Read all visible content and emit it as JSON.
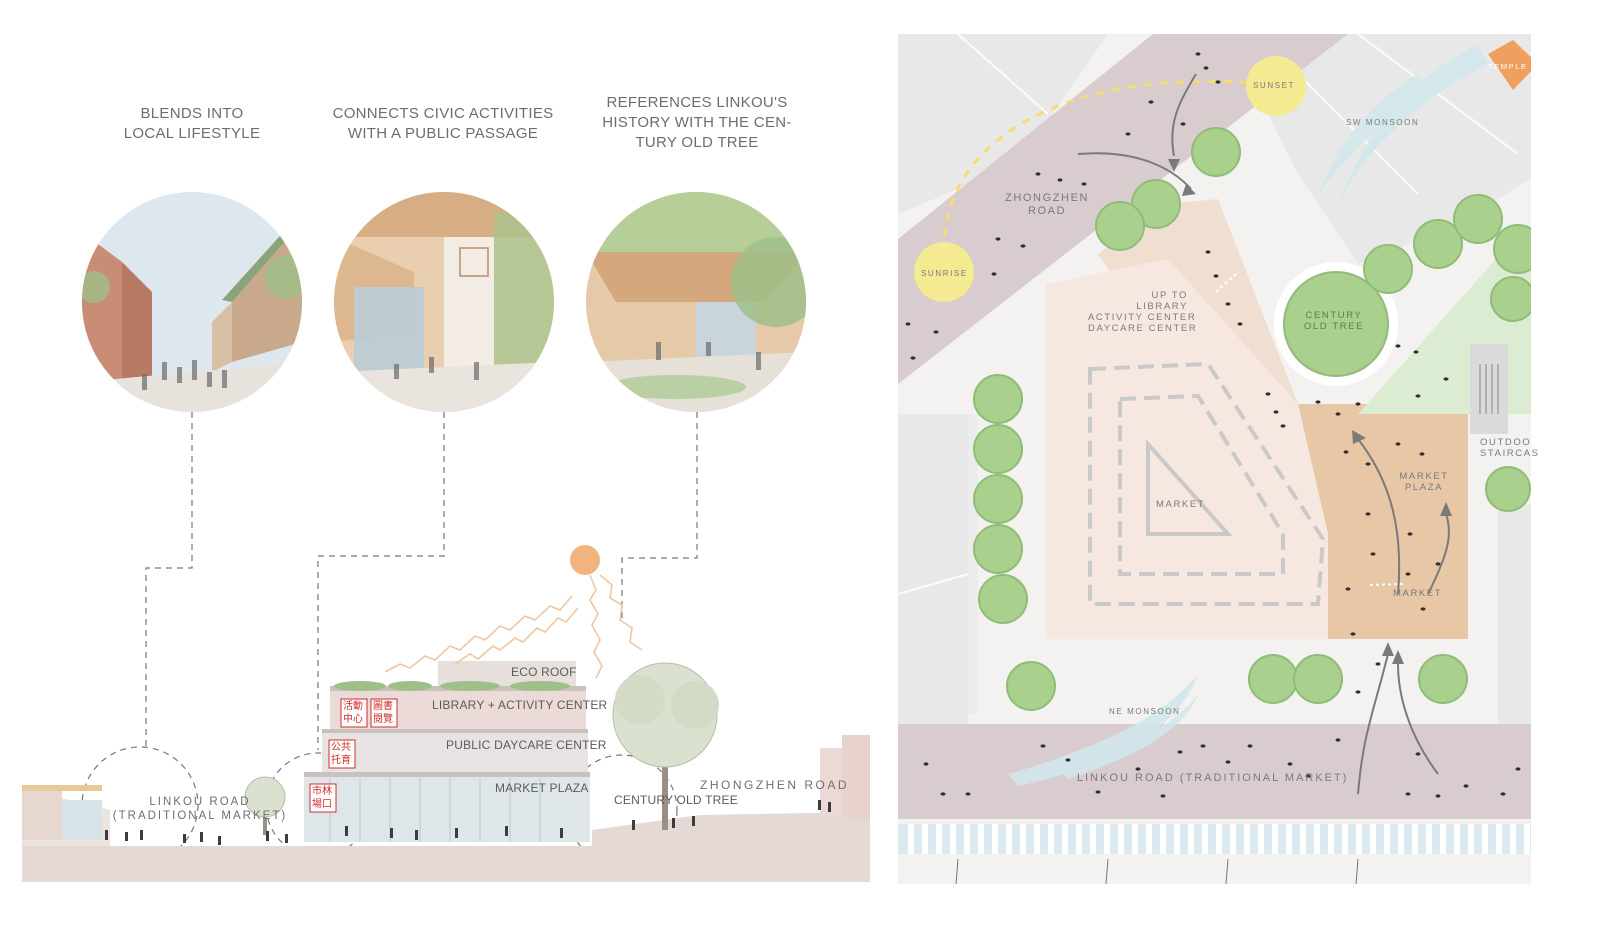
{
  "captions": {
    "c1": [
      "BLENDS INTO",
      "LOCAL LIFESTYLE"
    ],
    "c2": [
      "CONNECTS CIVIC ACTIVITIES",
      "WITH A PUBLIC PASSAGE"
    ],
    "c3": [
      "REFERENCES LINKOU'S",
      "HISTORY WITH THE CEN-",
      "TURY OLD TREE"
    ]
  },
  "section": {
    "eco_roof": "ECO ROOF",
    "library": "LIBRARY + ACTIVITY CENTER",
    "daycare": "PUBLIC DAYCARE CENTER",
    "market_plaza": "MARKET PLAZA",
    "century_tree": "CENTURY OLD TREE",
    "zhongzhen": "ZHONGZHEN ROAD",
    "linkou_line1": "LINKOU ROAD",
    "linkou_line2": "(TRADITIONAL MARKET)",
    "sign_market": "市林場口",
    "sign_library": "圖書閱覽",
    "sign_activity": "活動中心",
    "sign_daycare": "公共托育"
  },
  "map": {
    "zhongzhen_road": [
      "ZHONGZHEN",
      "ROAD"
    ],
    "sunset": "SUNSET",
    "sunrise": "SUNRISE",
    "temple": "TEMPLE",
    "sw_monsoon": "SW MONSOON",
    "ne_monsoon": "NE MONSOON",
    "up_to": [
      "UP TO",
      "LIBRARY",
      "ACTIVITY CENTER",
      "DAYCARE CENTER"
    ],
    "century_old_tree": [
      "CENTURY",
      "OLD TREE"
    ],
    "market_center": "MARKET",
    "market_entry": "MARKET",
    "market_plaza": [
      "MARKET",
      "PLAZA"
    ],
    "outdoor_staircase": [
      "OUTDOO",
      "STAIRCAS"
    ],
    "linkou_road": "LINKOU ROAD (TRADITIONAL MARKET)"
  },
  "colors": {
    "ground": "#e4d9d4",
    "road": "#d9ccce",
    "plaza": "#e8c7a6",
    "market_floor": "#f6e8e1",
    "tree": "#a9d08c",
    "sun": "#f3dd73",
    "accent_orange": "#f0a05e"
  }
}
